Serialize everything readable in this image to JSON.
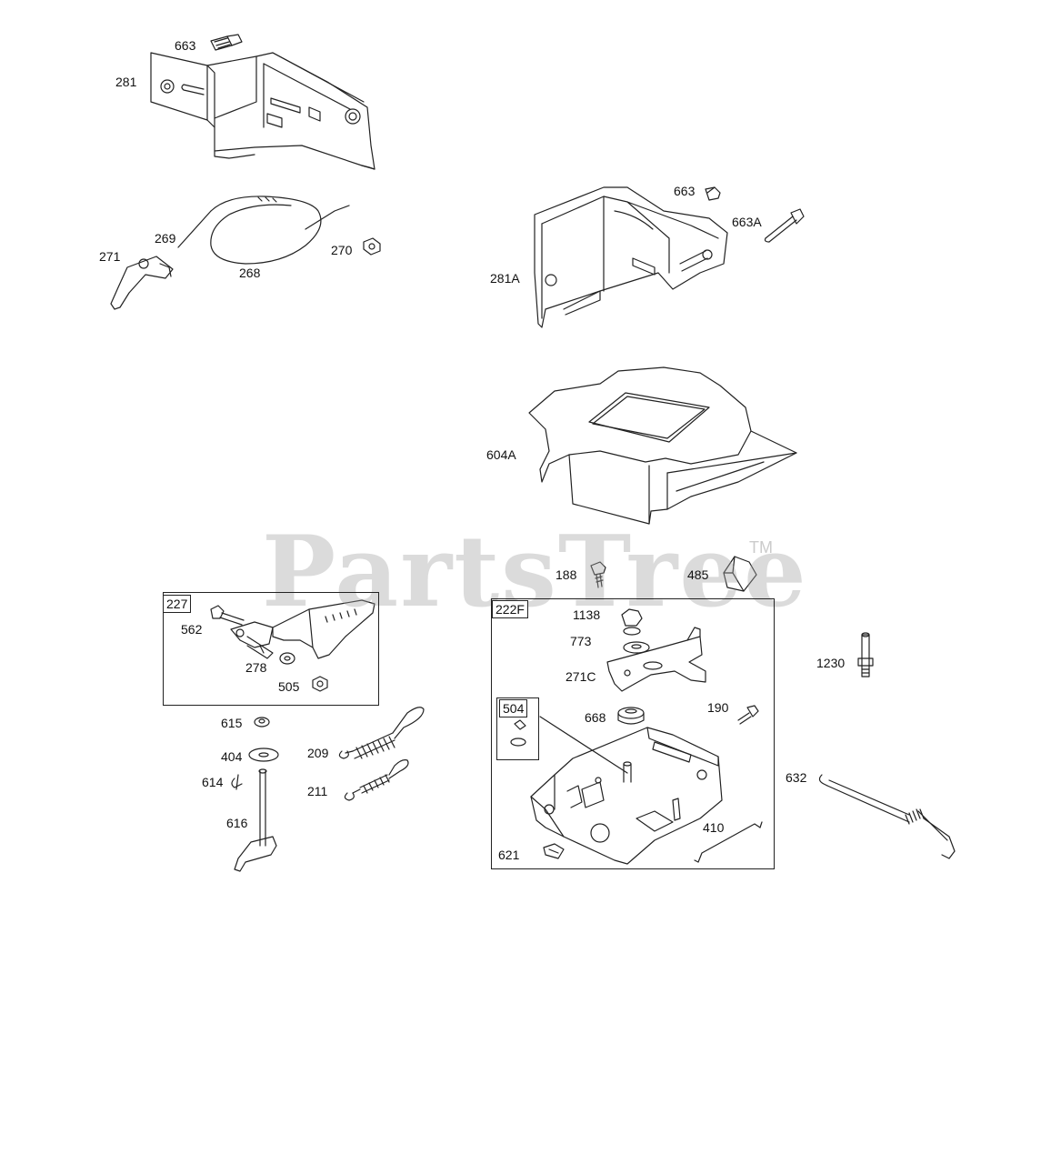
{
  "watermark": {
    "text": "PartsTree",
    "trademark": "TM"
  },
  "kits": {
    "k227": {
      "number": "227"
    },
    "k222F": {
      "number": "222F"
    },
    "k504": {
      "number": "504"
    }
  },
  "labels": {
    "p663a": "663",
    "p281": "281",
    "p269": "269",
    "p271": "271",
    "p268": "268",
    "p270": "270",
    "p663b": "663",
    "p663A": "663A",
    "p281A": "281A",
    "p604A": "604A",
    "p188": "188",
    "p485": "485",
    "p562": "562",
    "p278": "278",
    "p505": "505",
    "p1138": "1138",
    "p773": "773",
    "p271C": "271C",
    "p1230": "1230",
    "p668": "668",
    "p190": "190",
    "p615": "615",
    "p404": "404",
    "p209": "209",
    "p614": "614",
    "p211": "211",
    "p616": "616",
    "p632": "632",
    "p410": "410",
    "p621": "621"
  },
  "colors": {
    "line": "#222222",
    "watermark": "#a0a0a0"
  }
}
